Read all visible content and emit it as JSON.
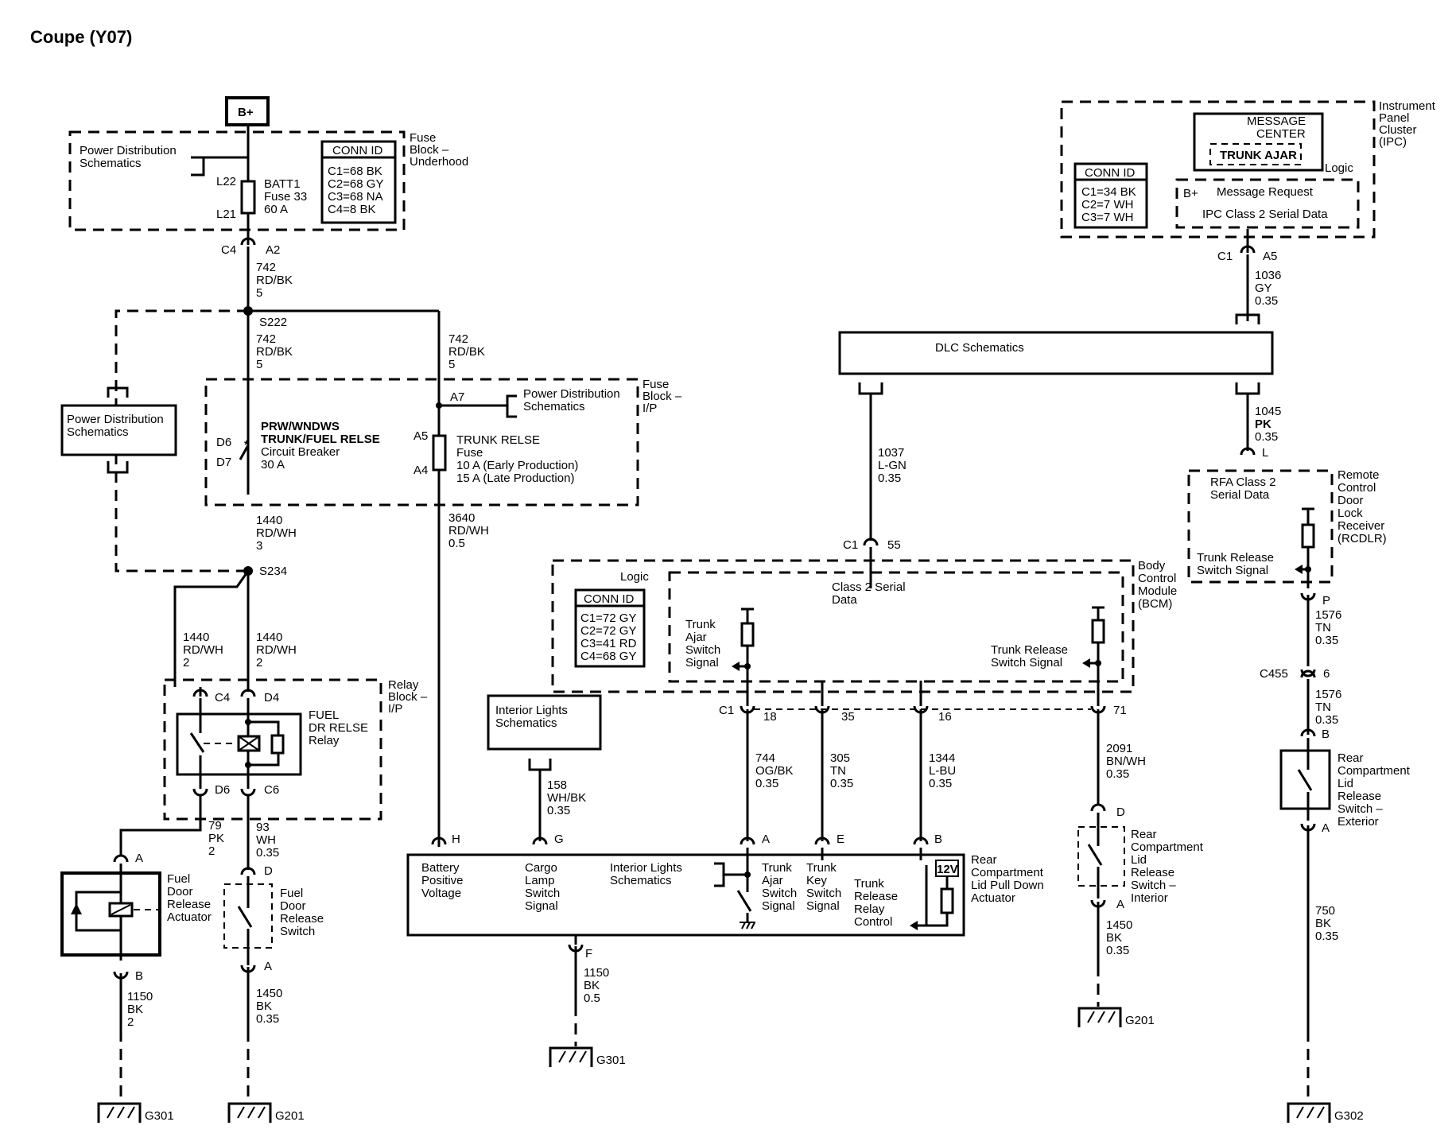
{
  "page_title": "Coupe (Y07)",
  "battery_label": "B+",
  "fuse_block_underhood": {
    "label": [
      "Fuse",
      "Block –",
      "Underhood"
    ],
    "power_dist": [
      "Power Distribution",
      "Schematics"
    ],
    "fuse_name": [
      "BATT1",
      "Fuse 33",
      "60 A"
    ],
    "l22": "L22",
    "l21": "L21",
    "conn_title": "CONN ID",
    "conn_items": [
      "C1=68 BK",
      "C2=68 GY",
      "C3=68 NA",
      "C4=8 BK"
    ]
  },
  "c4_a2": {
    "c": "C4",
    "p": "A2"
  },
  "wire_742a": [
    "742",
    "RD/BK",
    "5"
  ],
  "s222": "S222",
  "wire_742b": [
    "742",
    "RD/BK",
    "5"
  ],
  "wire_742c": [
    "742",
    "RD/BK",
    "5"
  ],
  "power_dist_left": [
    "Power Distribution",
    "Schematics"
  ],
  "fuse_block_ip": {
    "label": [
      "Fuse",
      "Block –",
      "I/P"
    ],
    "power_dist": [
      "Power Distribution",
      "Schematics"
    ],
    "a7": "A7",
    "a5": "A5",
    "a4": "A4",
    "breaker": [
      "PRW/WNDWS",
      "TRUNK/FUEL RELSE",
      "Circuit Breaker",
      "30 A"
    ],
    "d6": "D6",
    "d7": "D7",
    "fuse": [
      "TRUNK RELSE",
      "Fuse",
      "10 A (Early Production)",
      "15 A (Late Production)"
    ]
  },
  "wire_1440a": [
    "1440",
    "RD/WH",
    "3"
  ],
  "wire_3640": [
    "3640",
    "RD/WH",
    "0.5"
  ],
  "s234": "S234",
  "wire_1440b": [
    "1440",
    "RD/WH",
    "2"
  ],
  "wire_1440c": [
    "1440",
    "RD/WH",
    "2"
  ],
  "relay_block": {
    "label": [
      "Relay",
      "Block –",
      "I/P"
    ],
    "c4": "C4",
    "d4": "D4",
    "d6": "D6",
    "c6": "C6",
    "relay": [
      "FUEL",
      "DR RELSE",
      "Relay"
    ]
  },
  "wire_79": [
    "79",
    "PK",
    "2"
  ],
  "wire_93": [
    "93",
    "WH",
    "0.35"
  ],
  "fuel_actuator": {
    "a": "A",
    "b": "B",
    "label": [
      "Fuel",
      "Door",
      "Release",
      "Actuator"
    ]
  },
  "fuel_switch": {
    "d": "D",
    "a": "A",
    "label": [
      "Fuel",
      "Door",
      "Release",
      "Switch"
    ]
  },
  "wire_1150a": [
    "1150",
    "BK",
    "2"
  ],
  "wire_1450a": [
    "1450",
    "BK",
    "0.35"
  ],
  "ground_g301a": "G301",
  "ground_g201a": "G201",
  "ipc": {
    "label": [
      "Instrument",
      "Panel",
      "Cluster",
      "(IPC)"
    ],
    "message_center": [
      "MESSAGE",
      "CENTER"
    ],
    "trunk_ajar": "TRUNK AJAR",
    "logic": "Logic",
    "bplus": "B+",
    "message_request": "Message Request",
    "ipc_serial": "IPC Class 2 Serial Data",
    "conn_title": "CONN ID",
    "conn_items": [
      "C1=34 BK",
      "C2=7 WH",
      "C3=7 WH"
    ],
    "c1": "C1",
    "a5": "A5"
  },
  "wire_1036": [
    "1036",
    "GY",
    "0.35"
  ],
  "dlc": "DLC Schematics",
  "wire_1037": [
    "1037",
    "L-GN",
    "0.35"
  ],
  "wire_1045": [
    "1045",
    "PK",
    "0.35"
  ],
  "c1_55": {
    "c": "C1",
    "p": "55"
  },
  "rcdlr": {
    "label": [
      "Remote",
      "Control",
      "Door",
      "Lock",
      "Receiver",
      "(RCDLR)"
    ],
    "serial": [
      "RFA Class 2",
      "Serial Data"
    ],
    "signal": [
      "Trunk Release",
      "Switch Signal"
    ],
    "l": "L",
    "p": "P"
  },
  "bcm": {
    "label": [
      "Body",
      "Control",
      "Module",
      "(BCM)"
    ],
    "logic": "Logic",
    "serial": [
      "Class 2 Serial",
      "Data"
    ],
    "conn_title": "CONN ID",
    "conn_items": [
      "C1=72 GY",
      "C2=72 GY",
      "C3=41 RD",
      "C4=68 GY"
    ],
    "ajar_signal": [
      "Trunk",
      "Ajar",
      "Switch",
      "Signal"
    ],
    "release_signal": [
      "Trunk Release",
      "Switch Signal"
    ],
    "c1": "C1",
    "pins": [
      "18",
      "35",
      "16",
      "71"
    ]
  },
  "interior_lights_top": [
    "Interior Lights",
    "Schematics"
  ],
  "wire_158": [
    "158",
    "WH/BK",
    "0.35"
  ],
  "wire_744": [
    "744",
    "OG/BK",
    "0.35"
  ],
  "wire_305": [
    "305",
    "TN",
    "0.35"
  ],
  "wire_1344": [
    "1344",
    "L-BU",
    "0.35"
  ],
  "wire_2091": [
    "2091",
    "BN/WH",
    "0.35"
  ],
  "wire_1576a": [
    "1576",
    "TN",
    "0.35"
  ],
  "c455": {
    "c": "C455",
    "p": "6"
  },
  "wire_1576b": [
    "1576",
    "TN",
    "0.35"
  ],
  "actuator": {
    "label": [
      "Rear",
      "Compartment",
      "Lid Pull Down",
      "Actuator"
    ],
    "pins": {
      "h": "H",
      "g": "G",
      "a": "A",
      "e": "E",
      "b": "B",
      "f": "F"
    },
    "battery": [
      "Battery",
      "Positive",
      "Voltage"
    ],
    "cargo": [
      "Cargo",
      "Lamp",
      "Switch",
      "Signal"
    ],
    "interior": [
      "Interior Lights",
      "Schematics"
    ],
    "ajar": [
      "Trunk",
      "Ajar",
      "Switch",
      "Signal"
    ],
    "key": [
      "Trunk",
      "Key",
      "Switch",
      "Signal"
    ],
    "release": [
      "Trunk",
      "Release",
      "Relay",
      "Control"
    ],
    "v12": "12V"
  },
  "wire_1150b": [
    "1150",
    "BK",
    "0.5"
  ],
  "ground_g301b": "G301",
  "interior_switch": {
    "d": "D",
    "a": "A",
    "label": [
      "Rear",
      "Compartment",
      "Lid",
      "Release",
      "Switch –",
      "Interior"
    ]
  },
  "wire_1450b": [
    "1450",
    "BK",
    "0.35"
  ],
  "ground_g201b": "G201",
  "exterior_switch": {
    "b": "B",
    "a": "A",
    "label": [
      "Rear",
      "Compartment",
      "Lid",
      "Release",
      "Switch –",
      "Exterior"
    ]
  },
  "wire_750": [
    "750",
    "BK",
    "0.35"
  ],
  "ground_g302": "G302"
}
